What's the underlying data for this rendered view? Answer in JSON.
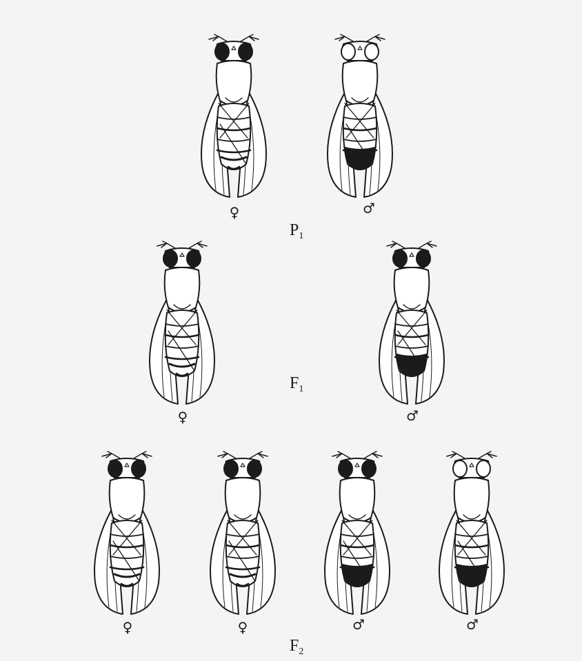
{
  "figure": {
    "generations": [
      {
        "id": "P",
        "label": "P",
        "subscript": "1"
      },
      {
        "id": "F1",
        "label": "F",
        "subscript": "1"
      },
      {
        "id": "F2",
        "label": "F",
        "subscript": "2"
      }
    ],
    "flies": [
      {
        "generation": "P",
        "sex_symbol": "♀",
        "eyes": "dark",
        "abdomen": "striped"
      },
      {
        "generation": "P",
        "sex_symbol": "♂",
        "eyes": "white",
        "abdomen": "dark-tip"
      },
      {
        "generation": "F1",
        "sex_symbol": "♀",
        "eyes": "dark",
        "abdomen": "striped"
      },
      {
        "generation": "F1",
        "sex_symbol": "♂",
        "eyes": "dark",
        "abdomen": "dark-tip"
      },
      {
        "generation": "F2",
        "sex_symbol": "♀",
        "eyes": "dark",
        "abdomen": "striped"
      },
      {
        "generation": "F2",
        "sex_symbol": "♀",
        "eyes": "dark",
        "abdomen": "striped"
      },
      {
        "generation": "F2",
        "sex_symbol": "♂",
        "eyes": "dark",
        "abdomen": "dark-tip"
      },
      {
        "generation": "F2",
        "sex_symbol": "♂",
        "eyes": "white",
        "abdomen": "dark-tip"
      }
    ]
  },
  "colors": {
    "ink": "#1b1b1b",
    "paper": "#f4f4f2",
    "white_eye": "#ffffff"
  }
}
